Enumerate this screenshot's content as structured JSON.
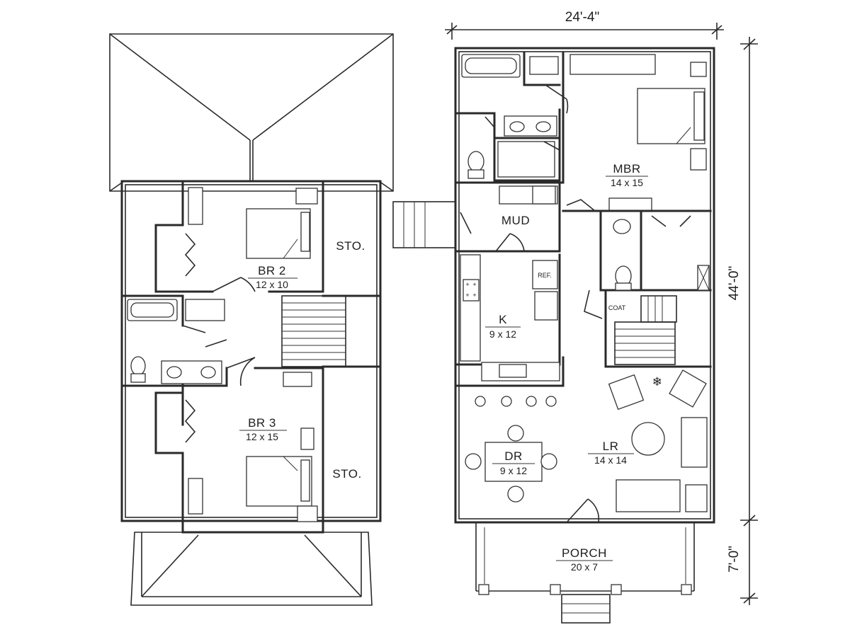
{
  "upper_floor": {
    "rooms": [
      {
        "name": "BR 2",
        "size": "12 x 10"
      },
      {
        "name": "BR 3",
        "size": "12 x 15"
      }
    ],
    "storage": [
      "STO.",
      "STO."
    ]
  },
  "main_floor": {
    "rooms": [
      {
        "name": "MBR",
        "size": "14 x 15"
      },
      {
        "name": "MUD",
        "size": ""
      },
      {
        "name": "K",
        "size": "9 x 12"
      },
      {
        "name": "DR",
        "size": "9 x 12"
      },
      {
        "name": "LR",
        "size": "14 x 14"
      },
      {
        "name": "PORCH",
        "size": "20 x 7"
      }
    ],
    "fixture_labels": {
      "refrigerator": "REF.",
      "coat_closet": "COAT"
    }
  },
  "dimensions": {
    "width": "24'-4\"",
    "depth": "44'-0\"",
    "porch_depth": "7'-0\""
  }
}
